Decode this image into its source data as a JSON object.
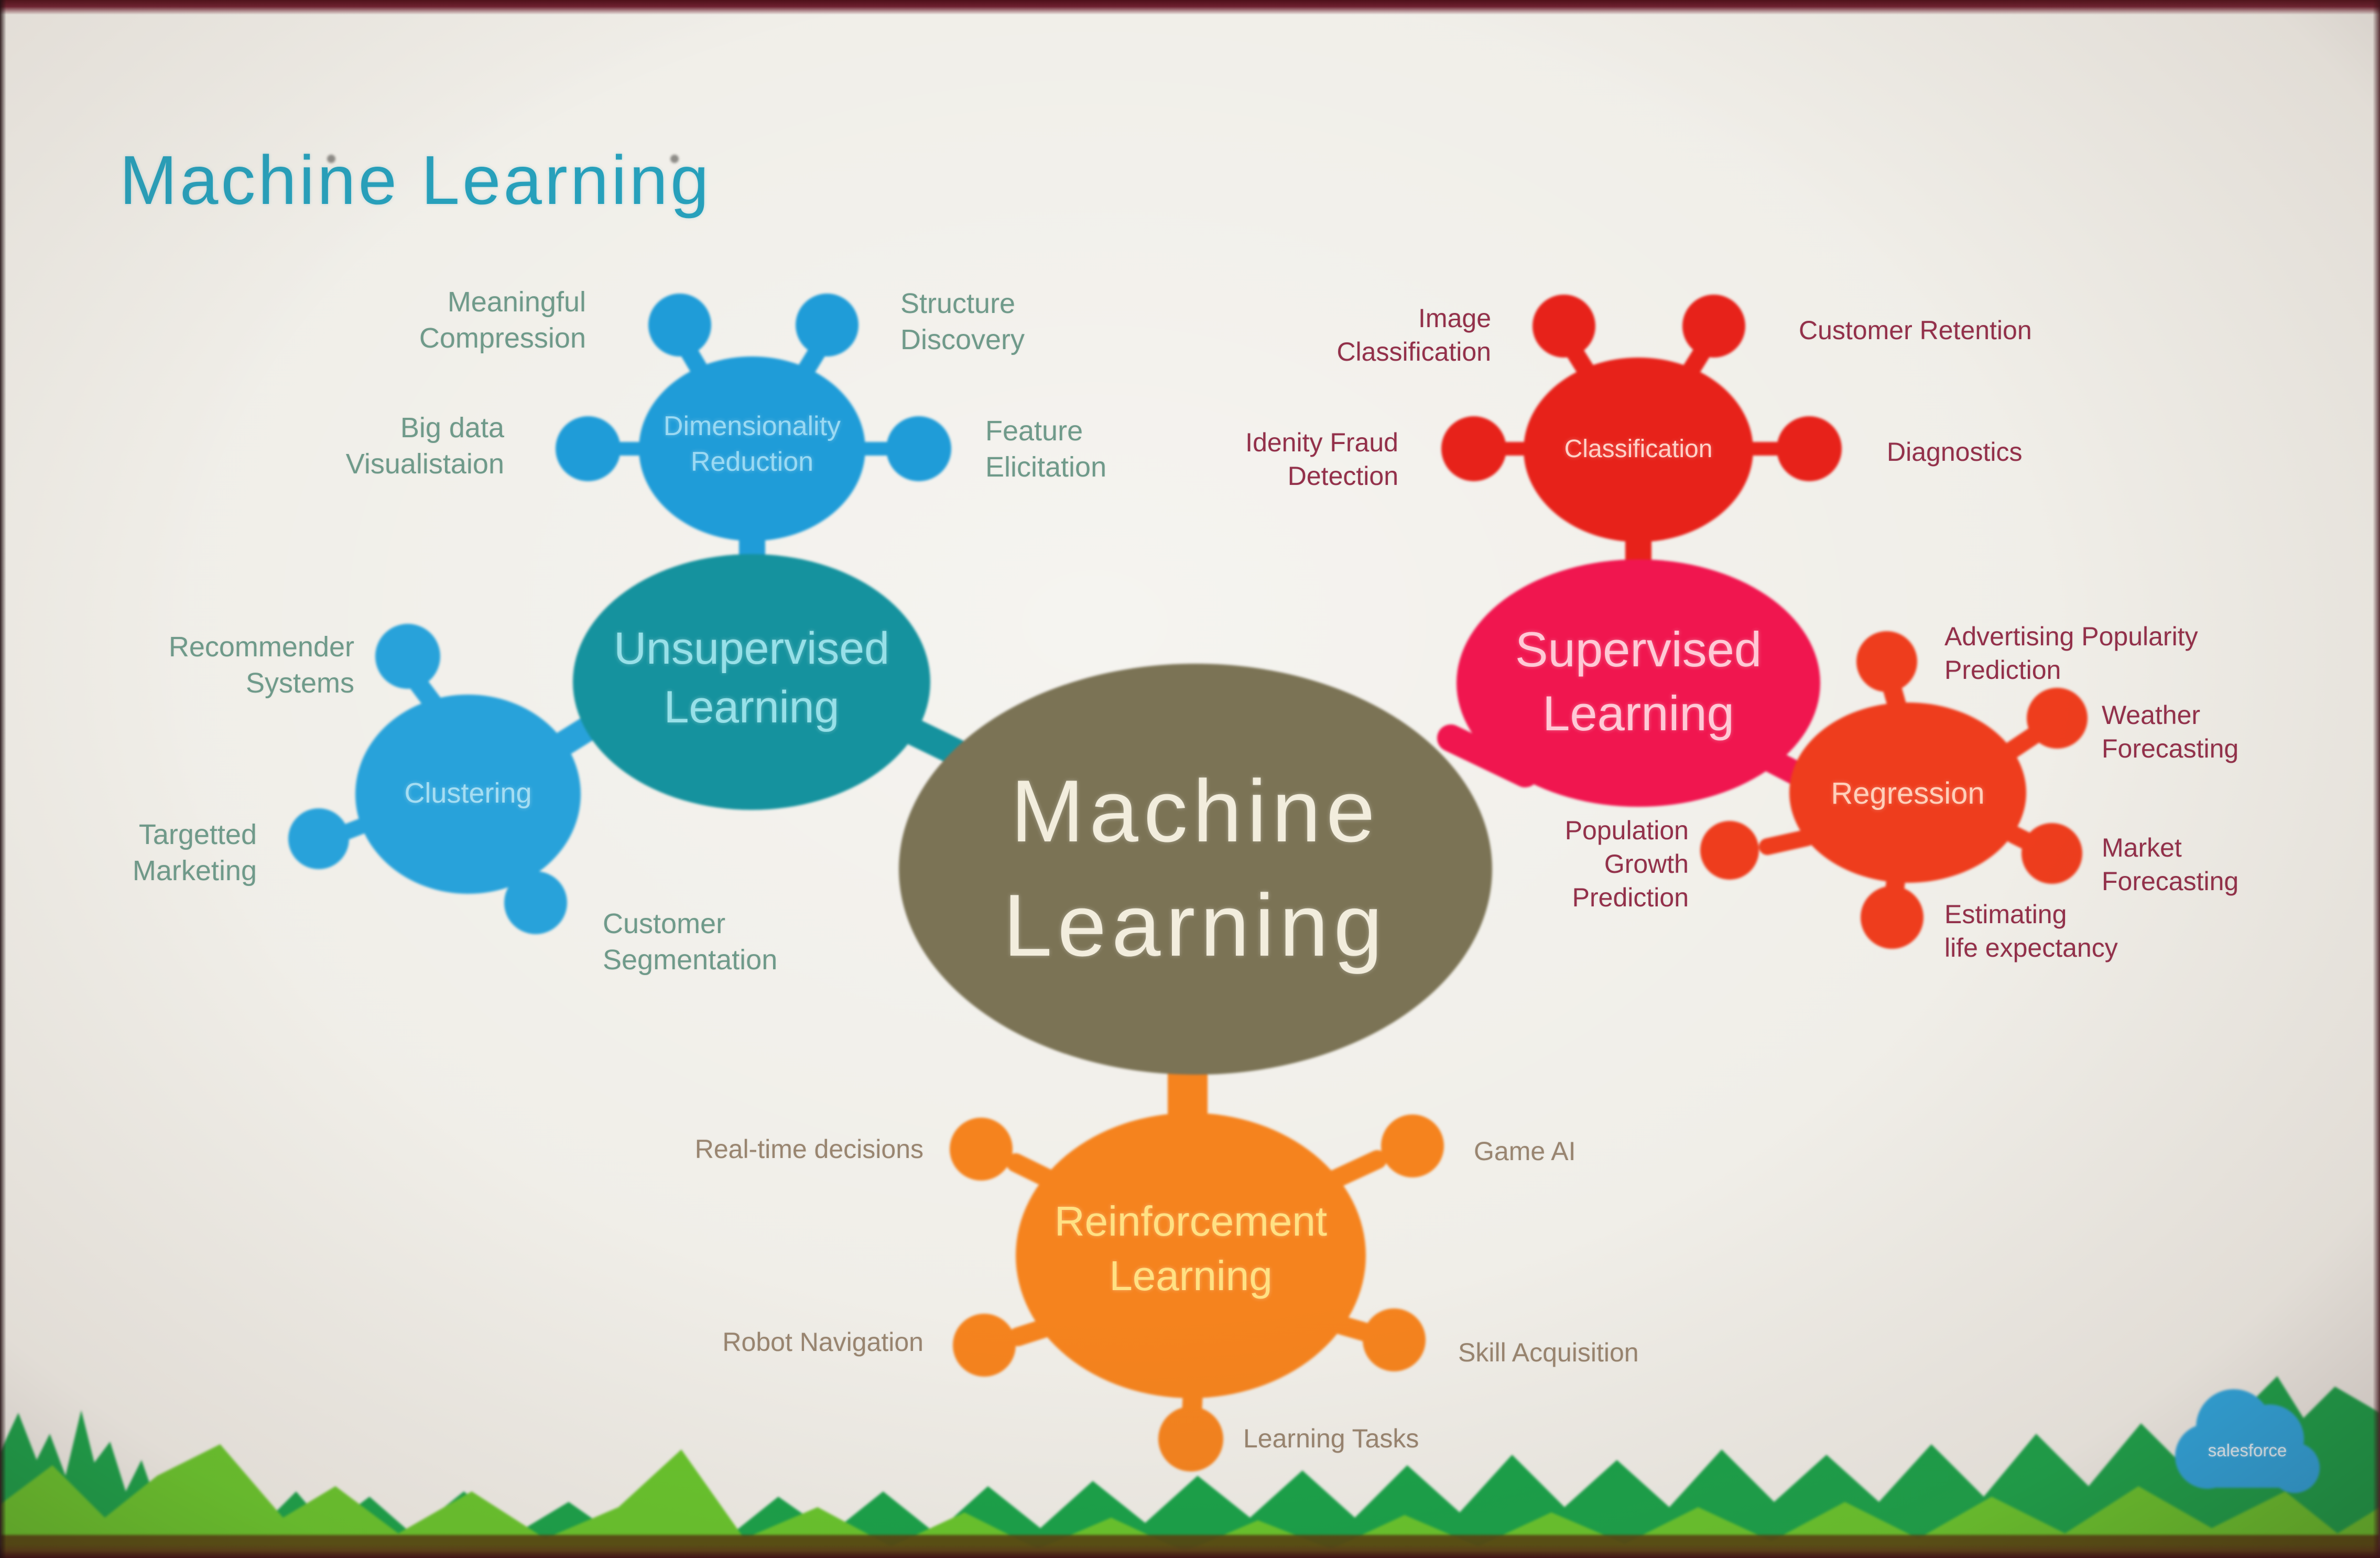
{
  "slide": {
    "title": "Machine Learning"
  },
  "center": {
    "label": "Machine\nLearning"
  },
  "branches": {
    "unsupervised": {
      "hub_label": "Unsupervised\nLearning",
      "nodes": {
        "dimensionality_reduction": {
          "label": "Dimensionality\nReduction",
          "applications": [
            "Meaningful\nCompression",
            "Structure\nDiscovery",
            "Big data\nVisualistaion",
            "Feature\nElicitation"
          ]
        },
        "clustering": {
          "label": "Clustering",
          "applications": [
            "Recommender\nSystems",
            "Targetted\nMarketing",
            "Customer\nSegmentation"
          ]
        }
      }
    },
    "supervised": {
      "hub_label": "Supervised\nLearning",
      "nodes": {
        "classification": {
          "label": "Classification",
          "applications": [
            "Image\nClassification",
            "Customer Retention",
            "Idenity Fraud\nDetection",
            "Diagnostics"
          ]
        },
        "regression": {
          "label": "Regression",
          "applications": [
            "Advertising Popularity\nPrediction",
            "Weather\nForecasting",
            "Market\nForecasting",
            "Estimating\nlife expectancy",
            "Population\nGrowth\nPrediction"
          ]
        }
      }
    },
    "reinforcement": {
      "hub_label": "Reinforcement\nLearning",
      "applications": [
        "Real-time decisions",
        "Game AI",
        "Robot Navigation",
        "Skill Acquisition",
        "Learning Tasks"
      ]
    }
  },
  "brand": {
    "name": "salesforce"
  },
  "colors": {
    "background": "#f0eee8",
    "title": "#27a0bb",
    "center_node": "#7b7355",
    "unsupervised_hub": "#15929e",
    "dimensionality_node": "#1f9cd8",
    "clustering_node": "#28a2da",
    "supervised_hub": "#f0164f",
    "classification_node": "#e7221a",
    "regression_node": "#ee3d1d",
    "reinforcement_node": "#f5831e",
    "unsupervised_label_text": "#6f9a8a",
    "supervised_label_text": "#93304a",
    "reinforcement_label_text": "#998570",
    "tree_back_green": "#18a249",
    "tree_front_green": "#67c52c",
    "salesforce_blue": "#2ba6e0"
  }
}
